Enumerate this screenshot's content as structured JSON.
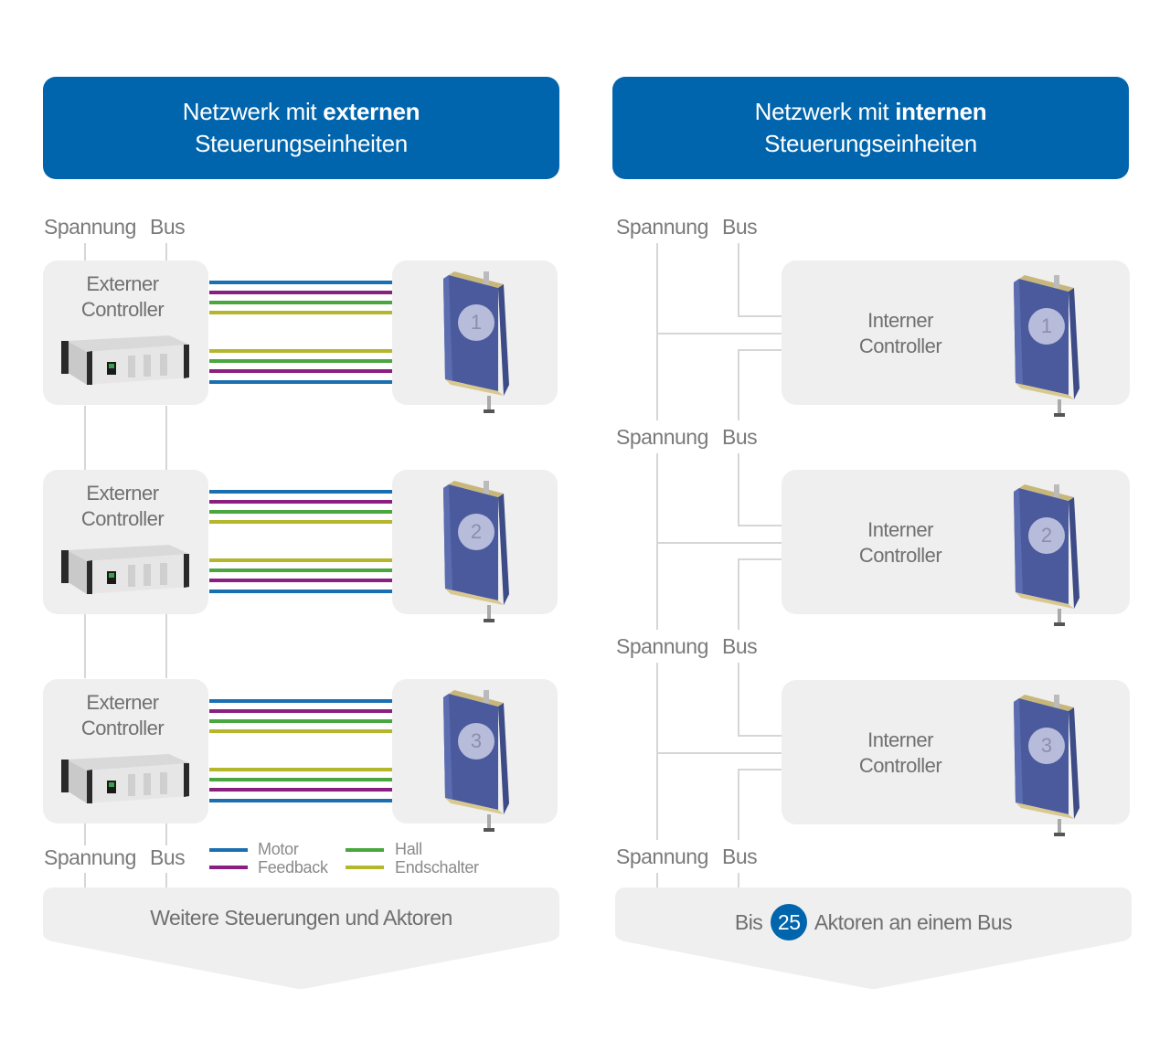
{
  "left": {
    "header": {
      "line1_prefix": "Netzwerk mit ",
      "line1_bold": "externen",
      "line2": "Steuerungseinheiten"
    },
    "bus_labels": {
      "spannung": "Spannung",
      "bus": "Bus"
    },
    "units": [
      {
        "controller_line1": "Externer",
        "controller_line2": "Controller",
        "actuator_number": "1"
      },
      {
        "controller_line1": "Externer",
        "controller_line2": "Controller",
        "actuator_number": "2"
      },
      {
        "controller_line1": "Externer",
        "controller_line2": "Controller",
        "actuator_number": "3"
      }
    ],
    "legend": [
      {
        "label": "Motor",
        "color": "#1b6fb0"
      },
      {
        "label": "Feedback",
        "color": "#8a1f7f"
      },
      {
        "label": "Hall",
        "color": "#4aa63e"
      },
      {
        "label": "Endschalter",
        "color": "#b4b62b"
      }
    ],
    "footer": "Weitere Steuerungen und Aktoren"
  },
  "right": {
    "header": {
      "line1_prefix": "Netzwerk mit ",
      "line1_bold": "internen",
      "line2": "Steuerungseinheiten"
    },
    "bus_labels": {
      "spannung": "Spannung",
      "bus": "Bus"
    },
    "units": [
      {
        "controller_line1": "Interner",
        "controller_line2": "Controller",
        "actuator_number": "1"
      },
      {
        "controller_line1": "Interner",
        "controller_line2": "Controller",
        "actuator_number": "2"
      },
      {
        "controller_line1": "Interner",
        "controller_line2": "Controller",
        "actuator_number": "3"
      }
    ],
    "footer": {
      "prefix": "Bis",
      "count": "25",
      "suffix": "Aktoren an einem Bus"
    }
  },
  "colors": {
    "brand_blue": "#0065ad",
    "card_bg": "#efefef",
    "line_gray": "#d6d6d6"
  }
}
